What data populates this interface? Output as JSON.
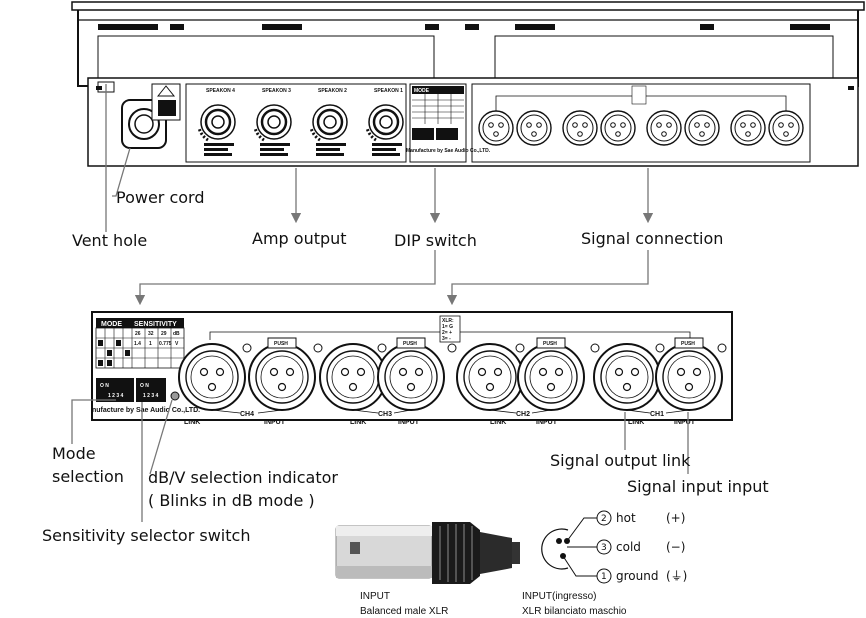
{
  "callouts": {
    "power_cord": "Power cord",
    "vent_hole": "Vent hole",
    "amp_output": "Amp output",
    "dip_switch": "DIP switch",
    "signal_connection": "Signal connection",
    "mode_selection_1": "Mode",
    "mode_selection_2": "selection",
    "db_v_indicator_1": "dB/V selection indicator",
    "db_v_indicator_2": "( Blinks in dB mode )",
    "sensitivity_switch": "Sensitivity selector switch",
    "signal_output_link": "Signal output link",
    "signal_input_input": "Signal input input"
  },
  "panel_labels": {
    "mode": "MODE",
    "sensitivity": "SENSITIVITY",
    "manufacturer_full": "nufacture by Sae Audio Co.,LTD.",
    "manufacturer_top": "Manufacture by Sae Audio Co.,LTD.",
    "on": "O N",
    "switch_numbers": "1 2 3 4",
    "link": "LINK",
    "input": "INPUT",
    "push": "PUSH",
    "ch4": "CH4",
    "ch3": "CH3",
    "ch2": "CH2",
    "ch1": "CH1",
    "xlr_legend_title": "XLR:",
    "xlr_legend_1": "1= G",
    "xlr_legend_2": "2= +",
    "xlr_legend_3": "3= -",
    "speakon_4": "SPEAKON 4",
    "speakon_3": "SPEAKON 3",
    "speakon_2": "SPEAKON 2",
    "speakon_1": "SPEAKON 1",
    "sens_values": [
      "26",
      "32",
      "29",
      "dB"
    ],
    "sens_values_2": [
      "1.4",
      "1",
      "0.775",
      "V"
    ]
  },
  "xlr_pinout": {
    "pin2_num": "2",
    "pin2_name": "hot",
    "pin2_sign": "(+)",
    "pin3_num": "3",
    "pin3_name": "cold",
    "pin3_sign": "(−)",
    "pin1_num": "1",
    "pin1_name": "ground",
    "pin1_sign": "(⏚)"
  },
  "captions": {
    "left_line1": "INPUT",
    "left_line2": "Balanced male XLR",
    "right_line1": "INPUT(ingresso)",
    "right_line2": "XLR bilanciato maschio"
  }
}
